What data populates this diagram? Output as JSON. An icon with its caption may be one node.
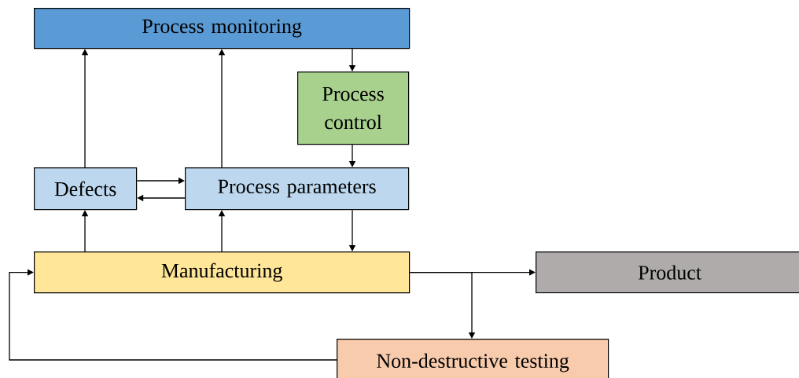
{
  "diagram": {
    "nodes": [
      {
        "text": [
          "Process monitoring"
        ]
      },
      {
        "text": [
          "Process control"
        ]
      },
      {
        "text": [
          "Defects"
        ]
      },
      {
        "text": [
          "Process parameters"
        ]
      },
      {
        "text": [
          "Manufacturing"
        ]
      },
      {
        "text": [
          "Product"
        ]
      },
      {
        "text": [
          "Non-destructive testing"
        ]
      }
    ],
    "edges": [
      {
        "from": 2,
        "to": 0,
        "arrow": "to"
      },
      {
        "from": 3,
        "to": 0,
        "arrow": "to"
      },
      {
        "from": 0,
        "to": 1,
        "arrow": "to"
      },
      {
        "from": 1,
        "to": 3,
        "arrow": "to"
      },
      {
        "from": 2,
        "to": 3,
        "arrow": "to"
      },
      {
        "from": 3,
        "to": 2,
        "arrow": "to"
      },
      {
        "from": 4,
        "to": 2,
        "arrow": "to"
      },
      {
        "from": 4,
        "to": 3,
        "arrow": "to"
      },
      {
        "from": 3,
        "to": 4,
        "arrow": "to"
      },
      {
        "from": 4,
        "to": 5,
        "arrow": "to"
      },
      {
        "from": 4,
        "to": 6,
        "arrow": "to"
      },
      {
        "from": 6,
        "to": 4,
        "arrow": "to"
      }
    ]
  }
}
